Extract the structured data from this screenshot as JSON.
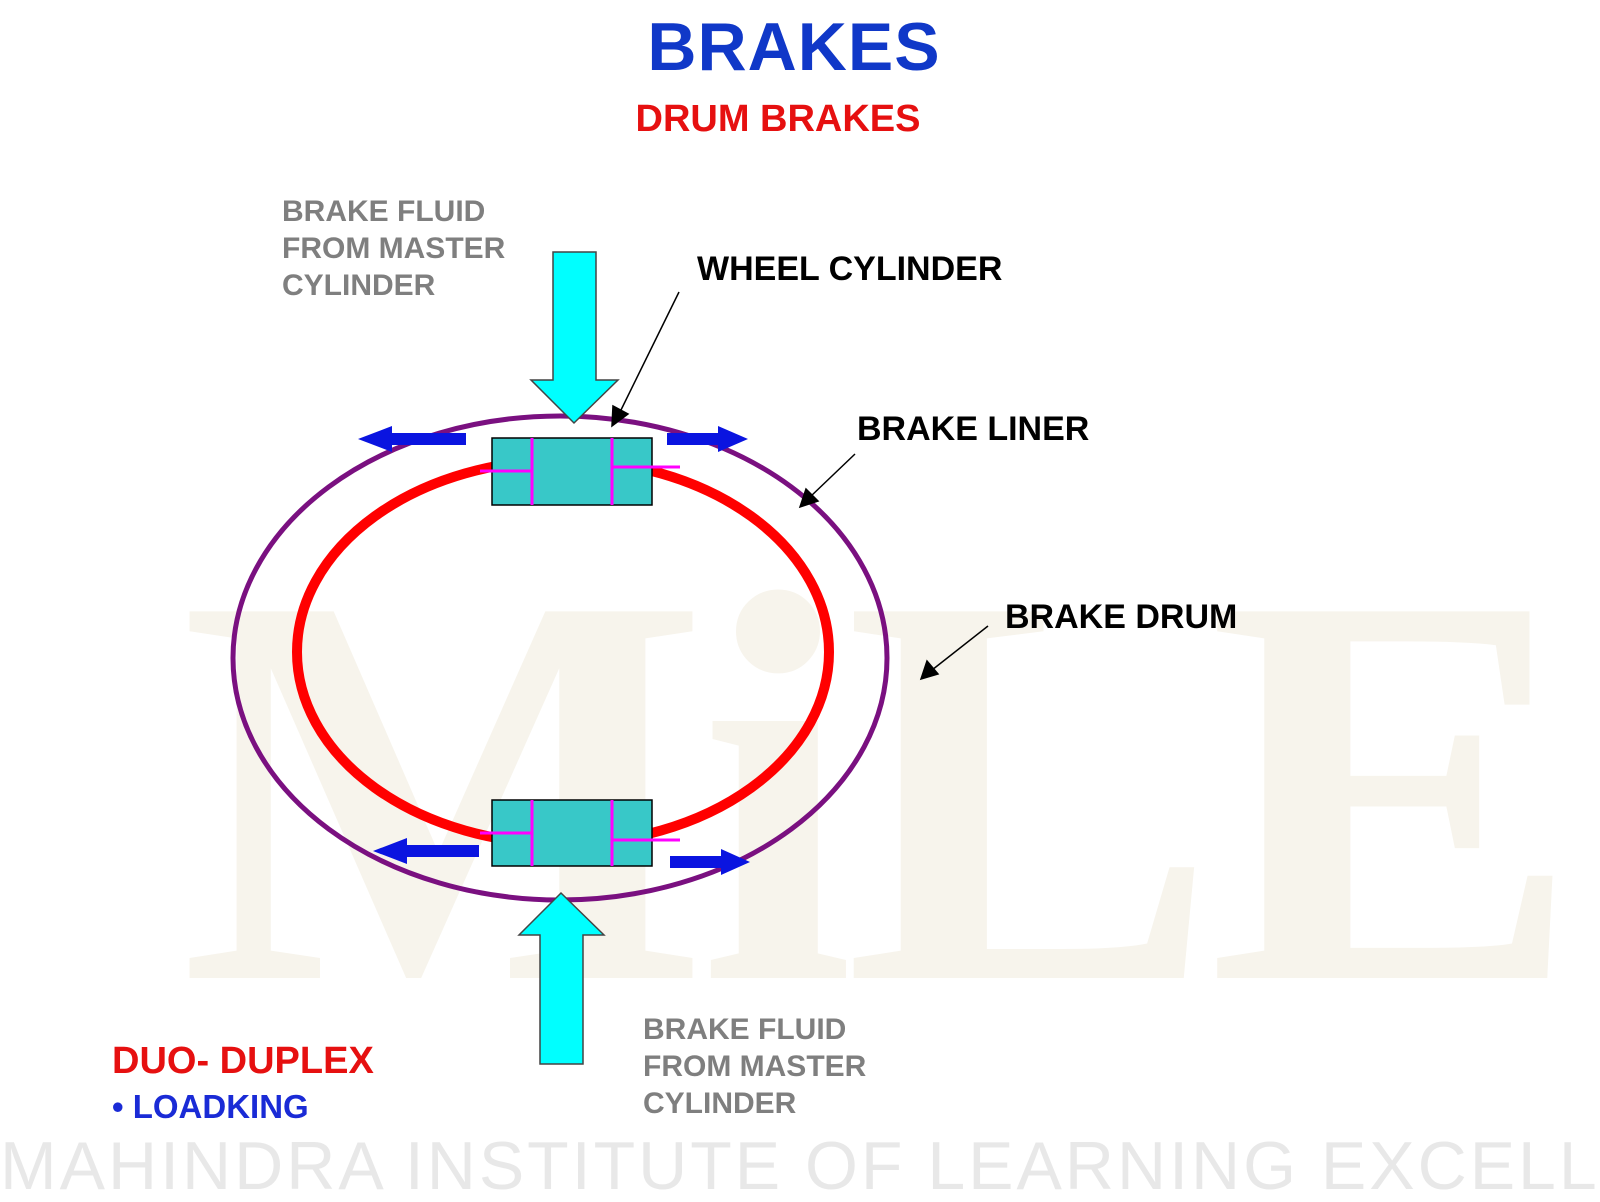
{
  "header": {
    "title": "BRAKES",
    "subtitle": "DRUM BRAKES"
  },
  "labels": {
    "fluid_top": [
      "BRAKE FLUID",
      "FROM  MASTER",
      "CYLINDER"
    ],
    "wheel_cylinder": "WHEEL CYLINDER",
    "brake_liner": "BRAKE LINER",
    "brake_drum": "BRAKE DRUM",
    "fluid_bottom": [
      "BRAKE FLUID",
      "FROM  MASTER",
      "CYLINDER"
    ]
  },
  "footnote": {
    "type": "DUO- DUPLEX",
    "bullet": "• LOADKING"
  },
  "branding": {
    "watermark": "MiLE",
    "footer": "MAHINDRA INSTITUTE OF LEARNING  EXCELLENCE"
  },
  "colors": {
    "title": "#1038c8",
    "subtitle": "#e61010",
    "drum": "#7a1080",
    "liner": "#ff0000",
    "cylinder": "#38c8c8",
    "piston": "#ff00ff",
    "fluid_arrow": "#00ffff",
    "push_arrow": "#0a14e0"
  }
}
